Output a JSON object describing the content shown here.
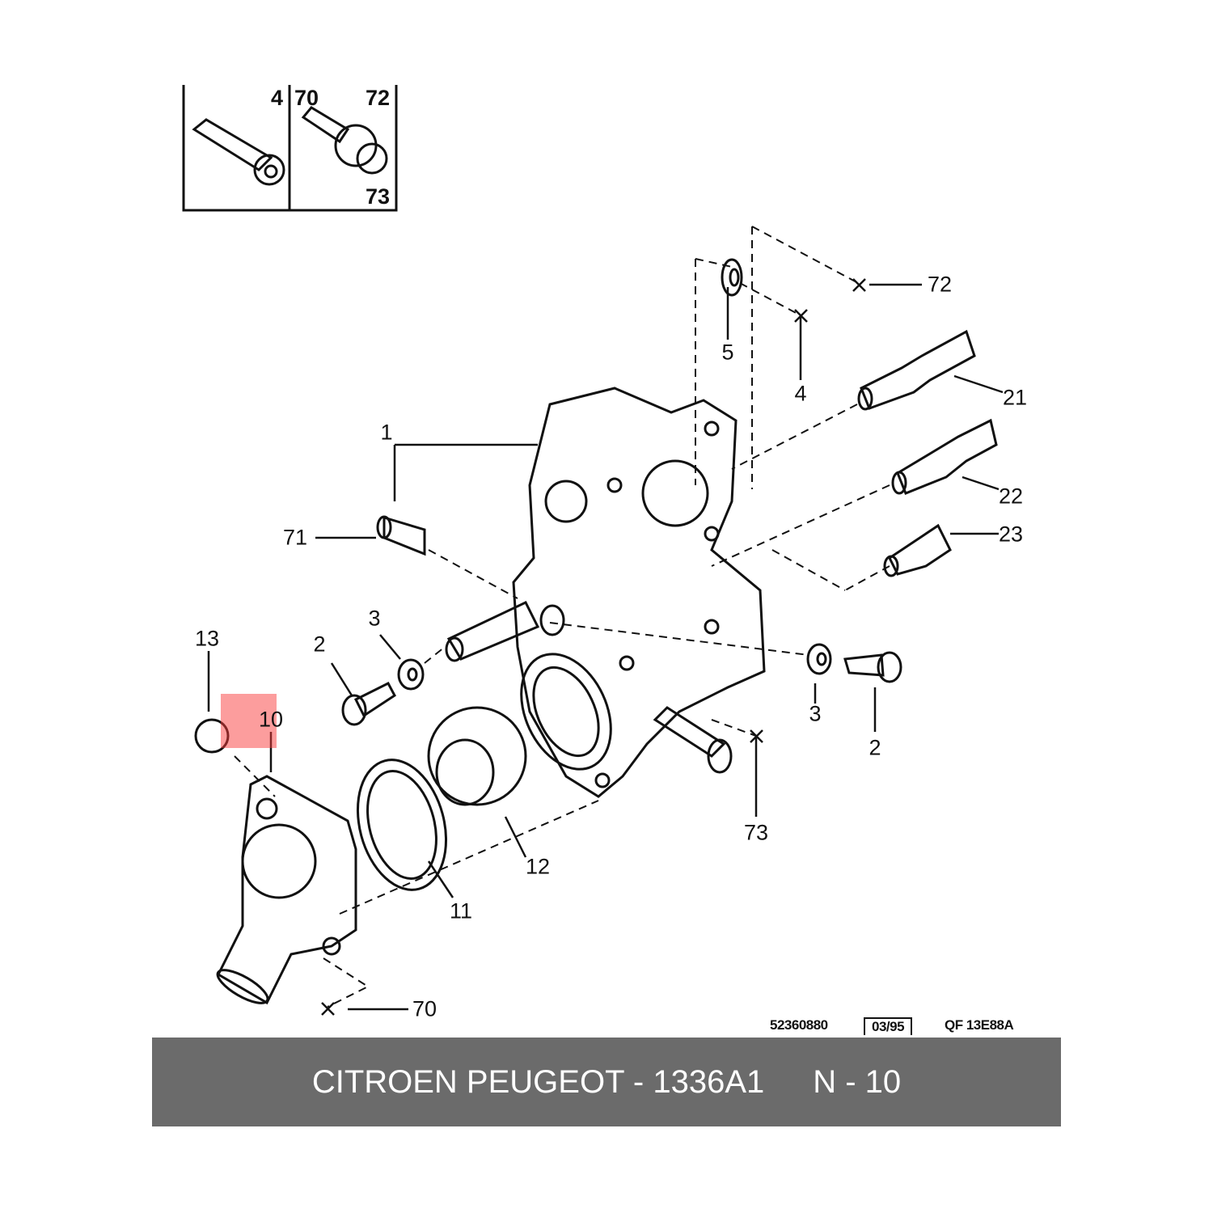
{
  "inset": {
    "left_labels": [
      "4"
    ],
    "right_labels": [
      "70",
      "72",
      "73"
    ]
  },
  "callouts": {
    "c1": "1",
    "c71": "71",
    "c5": "5",
    "c4": "4",
    "c72": "72",
    "c21": "21",
    "c22": "22",
    "c23": "23",
    "c13": "13",
    "c2a": "2",
    "c3a": "3",
    "c10": "10",
    "c3b": "3",
    "c2b": "2",
    "c73": "73",
    "c12": "12",
    "c11": "11",
    "c70": "70"
  },
  "reference": {
    "drawing_number": "52360880",
    "date": "03/95",
    "code": "QF 13E88A"
  },
  "footer": {
    "brand_part": "CITROEN PEUGEOT - 1336A1",
    "page": "N - 10"
  },
  "colors": {
    "footer_bg": "#6b6b6b",
    "highlight": "#fa3c3c"
  }
}
